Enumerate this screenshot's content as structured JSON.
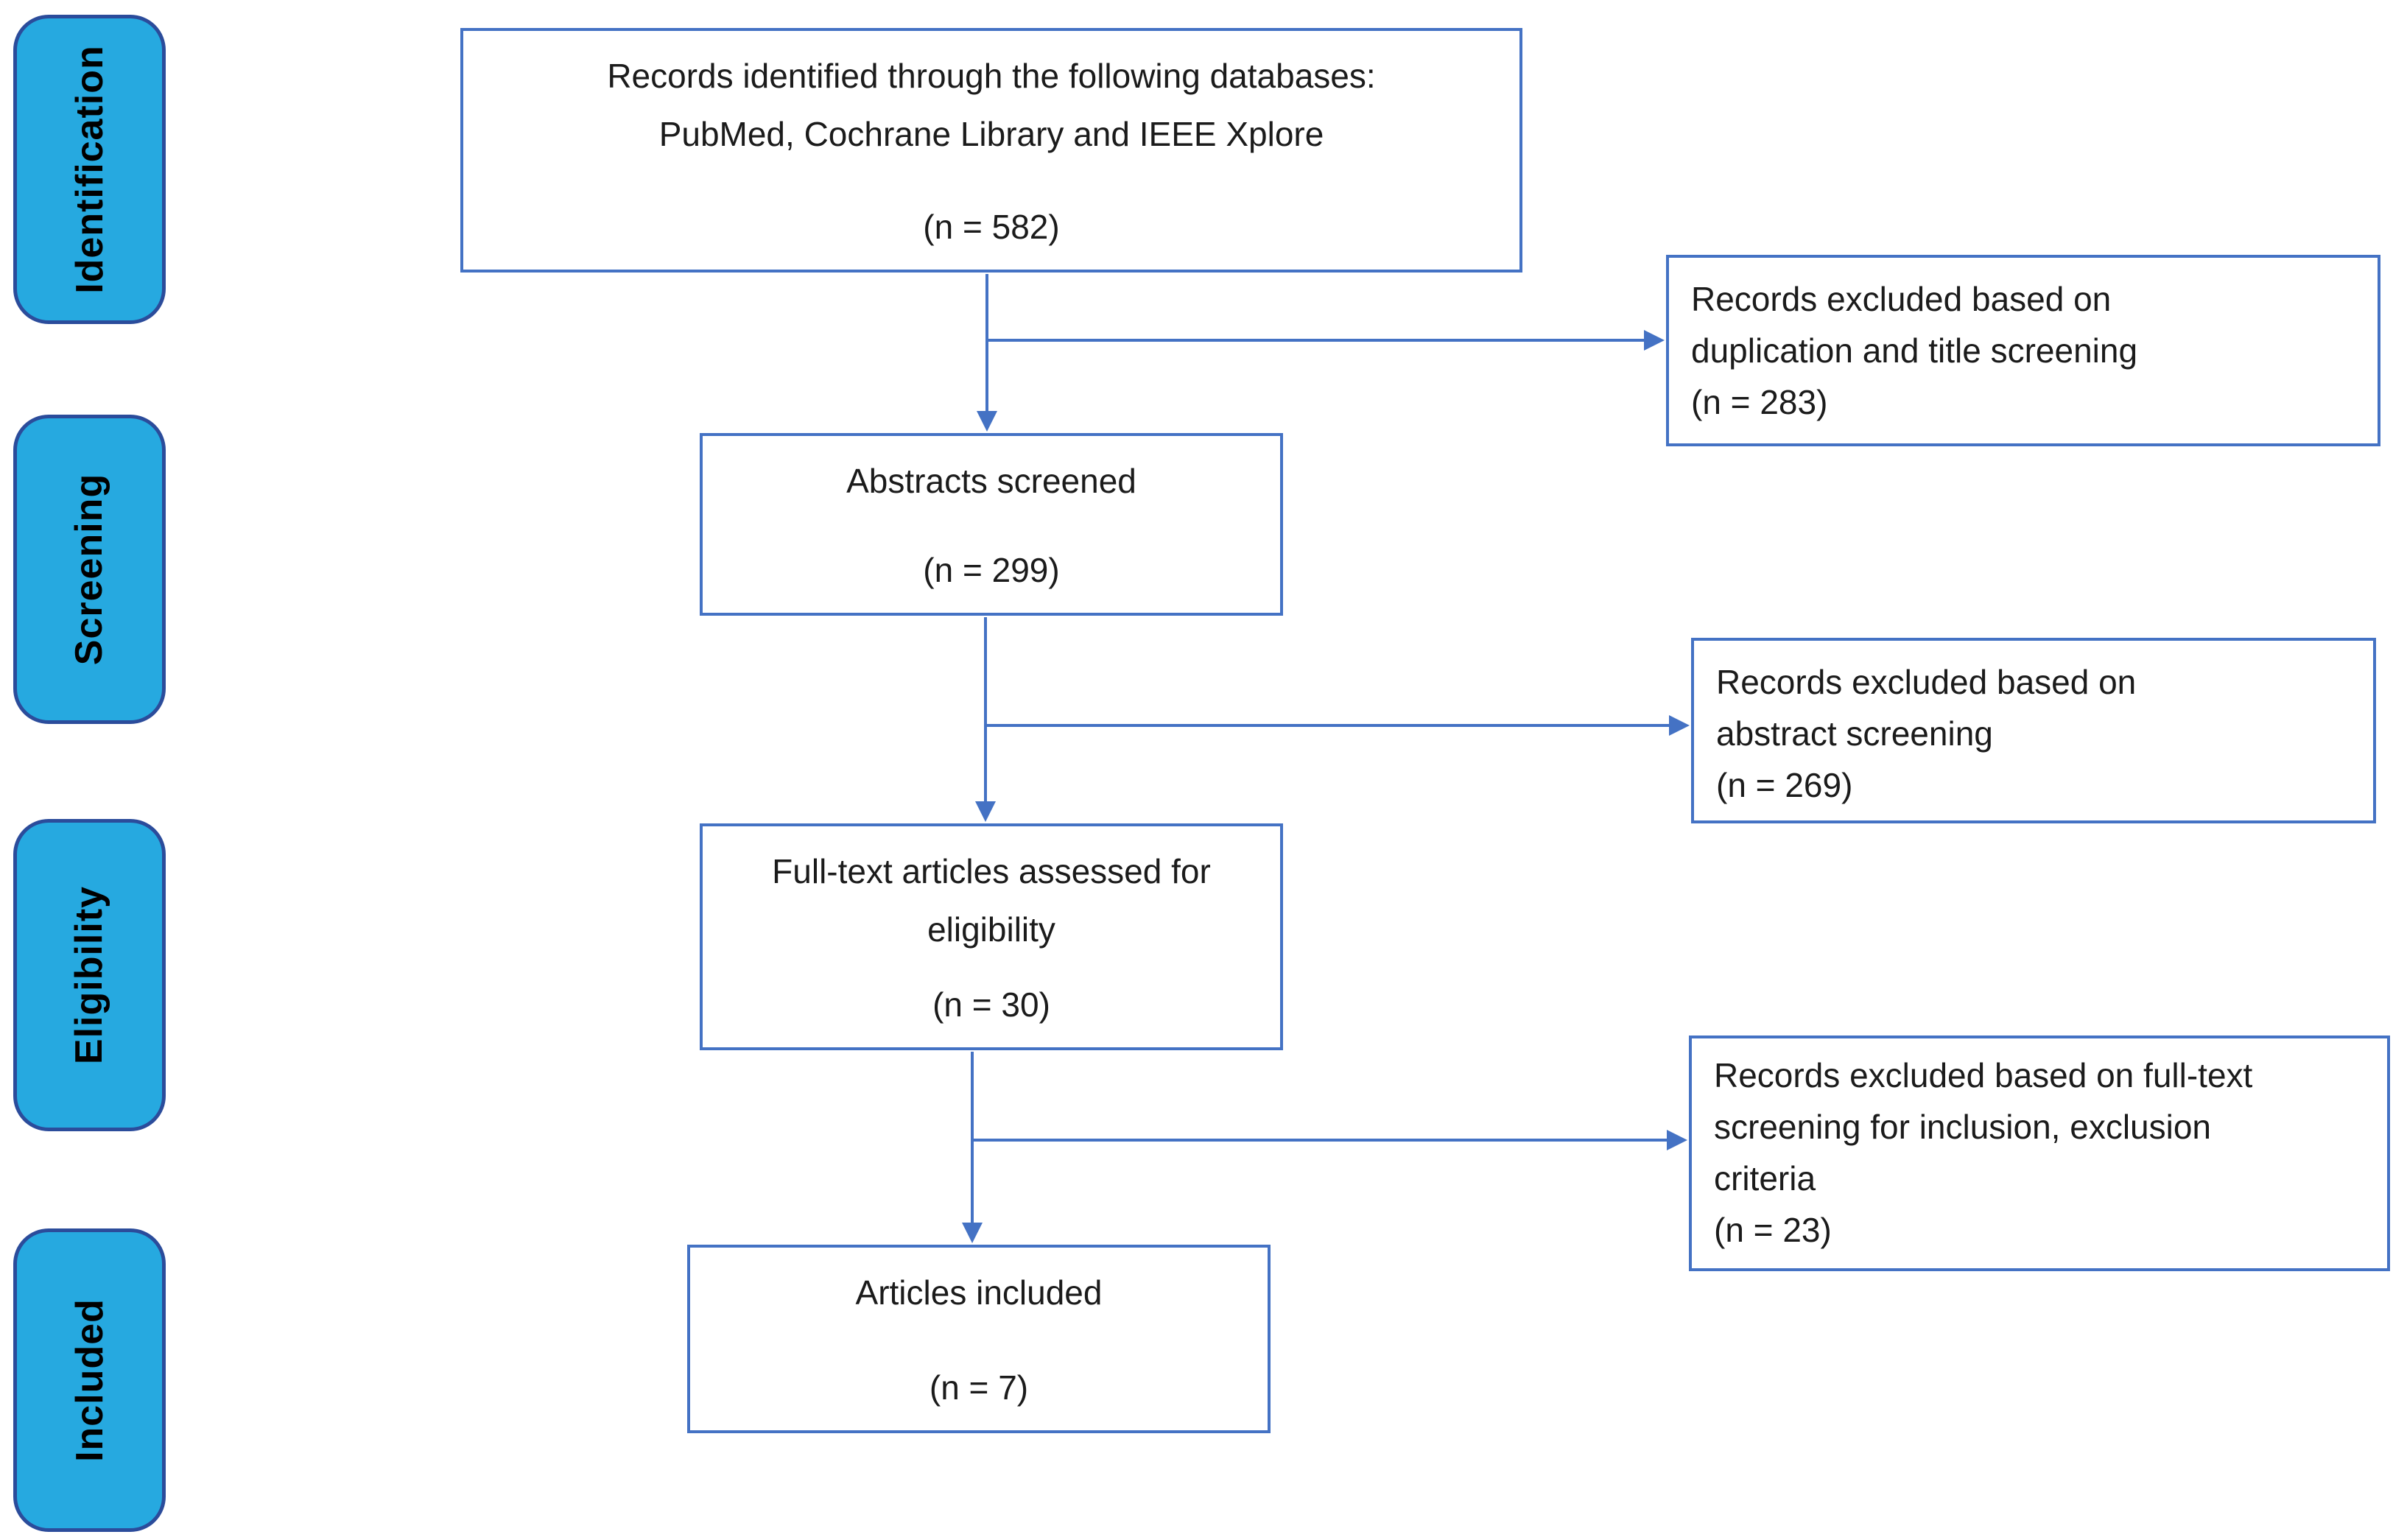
{
  "colors": {
    "stage_fill": "#26A9E0",
    "stage_border": "#2B4C9B",
    "box_border": "#4472C4",
    "arrow": "#4472C4",
    "text": "#1b1b1b"
  },
  "stages": [
    {
      "label": "Identification"
    },
    {
      "label": "Screening"
    },
    {
      "label": "Eligibility"
    },
    {
      "label": "Included"
    }
  ],
  "flow": [
    {
      "lines": [
        "Records identified through the following databases:",
        "PubMed, Cochrane Library and IEEE Xplore"
      ],
      "n": "(n = 582)"
    },
    {
      "lines": [
        "Abstracts screened"
      ],
      "n": "(n = 299)"
    },
    {
      "lines": [
        "Full-text articles assessed for",
        "eligibility"
      ],
      "n": "(n = 30)"
    },
    {
      "lines": [
        "Articles included"
      ],
      "n": "(n = 7)"
    }
  ],
  "exclusions": [
    {
      "lines": [
        "Records excluded based on",
        "duplication and title screening"
      ],
      "n": "(n = 283)"
    },
    {
      "lines": [
        "Records excluded based on",
        "abstract screening"
      ],
      "n": "(n = 269)"
    },
    {
      "lines": [
        "Records excluded based on full-text",
        "screening for inclusion, exclusion",
        "criteria"
      ],
      "n": "(n = 23)"
    }
  ]
}
